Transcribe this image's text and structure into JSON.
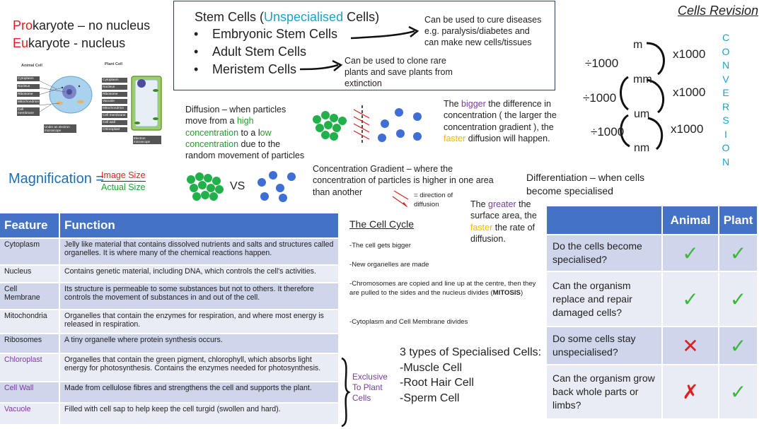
{
  "prokaryote": {
    "red_part": "Pro",
    "rest": "karyote – no nucleus"
  },
  "eukaryote": {
    "red_part": "Eu",
    "rest": "karyote - nucleus"
  },
  "animal_cell": {
    "title": "Animal Cell",
    "labels": [
      "Cytoplasm",
      "Nucleus",
      "Ribosome",
      "Mitochondrion",
      "Cell membrane"
    ],
    "caption": "Under an electron microscope"
  },
  "plant_cell": {
    "title": "Plant Cell",
    "labels": [
      "Cytoplasm",
      "Nucleus",
      "Ribosome",
      "Vacuole",
      "Mitochondrion",
      "Cell membrane",
      "Cell wall",
      "Chloroplast"
    ],
    "caption": "Electron microscope"
  },
  "stem": {
    "title_before": "Stem Cells (",
    "title_highlight": "Unspecialised",
    "title_after": " Cells)",
    "items": [
      "Embryonic Stem Cells",
      "Adult Stem Cells",
      "Meristem Cells"
    ],
    "note_1": "Can be used to cure diseases e.g. paralysis/diabetes and can make new cells/tissues",
    "note_2": "Can be used to clone rare plants and save plants from extinction"
  },
  "revision": {
    "title": "Cells Revision",
    "conversion_letters": [
      "C",
      "O",
      "N",
      "V",
      "E",
      "R",
      "S",
      "I",
      "O",
      "N"
    ],
    "units": [
      "m",
      "mm",
      "um",
      "nm"
    ],
    "divide": [
      "÷1000",
      "÷1000",
      "÷1000"
    ],
    "multiply": [
      "x1000",
      "x1000",
      "x1000"
    ]
  },
  "diffusion": {
    "p1": "Diffusion – when particles move from a ",
    "high_word": "high concentration",
    "p2": " to a l",
    "low_word": "ow concentration",
    "p3": " due to the random movement of particles",
    "vs": "VS"
  },
  "bigger": {
    "p1": "The ",
    "bigger_word": "bigger",
    "p2": " the difference in concentration ( the larger the concentration gradient ), the ",
    "faster_word": "faster",
    "p3": " diffusion will happen."
  },
  "gradient": {
    "text": "Concentration Gradient – where the concentration of particles is higher in one area than another",
    "direction": "= direction of diffusion"
  },
  "greater": {
    "p1": "The ",
    "greater_word": "greater",
    "p2": " the surface area, the ",
    "faster_word": "faster",
    "p3": " the rate of diffusion."
  },
  "differentiation": "Differentiation – when cells become specialised",
  "magnification": {
    "label": "Magnification =",
    "numerator": "Image Size",
    "denominator": "Actual Size"
  },
  "feature_table": {
    "headers": [
      "Feature",
      "Function"
    ],
    "rows": [
      {
        "feature": "Cytoplasm",
        "function": "Jelly like material that contains dissolved nutrients and salts and structures called organelles. It is where many of the chemical reactions happen.",
        "purple": false
      },
      {
        "feature": "Nucleus",
        "function": "Contains genetic material, including DNA, which controls the cell's activities.",
        "purple": false
      },
      {
        "feature": "Cell Membrane",
        "function": "Its structure is permeable to some substances but not to others. It therefore controls the movement of substances in and out of the cell.",
        "purple": false
      },
      {
        "feature": "Mitochondria",
        "function": "Organelles that contain the enzymes for respiration, and where most energy is released in respiration.",
        "purple": false
      },
      {
        "feature": "Ribosomes",
        "function": "A tiny organelle where protein synthesis occurs.",
        "purple": false
      },
      {
        "feature": "Chloroplast",
        "function": "Organelles that contain the green pigment, chlorophyll, which absorbs light energy for photosynthesis. Contains the enzymes needed for photosynthesis.",
        "purple": true
      },
      {
        "feature": "Cell Wall",
        "function": "Made from cellulose fibres and strengthens the cell and supports the plant.",
        "purple": true
      },
      {
        "feature": "Vacuole",
        "function": "Filled with cell sap to help keep the cell turgid (swollen and hard).",
        "purple": true
      }
    ]
  },
  "cell_cycle": {
    "title": "The Cell Cycle",
    "s1": "-The cell gets bigger",
    "s2": "-New organelles are made",
    "s3": "-Chromosomes are copied and line up at the centre, then they are pulled to the sides and the nucleus divides (",
    "s3_bold": "MITOSIS",
    "s3_end": ")",
    "s4": "-Cytoplasm and Cell Membrane divides"
  },
  "specialised": {
    "title": "3 types of Specialised Cells:",
    "items": [
      "-Muscle Cell",
      "-Root Hair Cell",
      "-Sperm Cell"
    ],
    "exclusive": "Exclusive To Plant Cells"
  },
  "compare_table": {
    "headers": [
      "",
      "Animal",
      "Plant"
    ],
    "rows": [
      {
        "q": "Do the cells become specialised?",
        "animal": "✓",
        "plant": "✓",
        "animal_ok": true,
        "plant_ok": true
      },
      {
        "q": "Can the organism replace and repair damaged cells?",
        "animal": "✓",
        "plant": "✓",
        "animal_ok": true,
        "plant_ok": true
      },
      {
        "q": "Do some cells stay unspecialised?",
        "animal": "✕",
        "plant": "✓",
        "animal_ok": false,
        "plant_ok": true
      },
      {
        "q": "Can the organism grow back whole parts or limbs?",
        "animal": "✗",
        "plant": "✓",
        "animal_ok": false,
        "plant_ok": true
      }
    ]
  }
}
